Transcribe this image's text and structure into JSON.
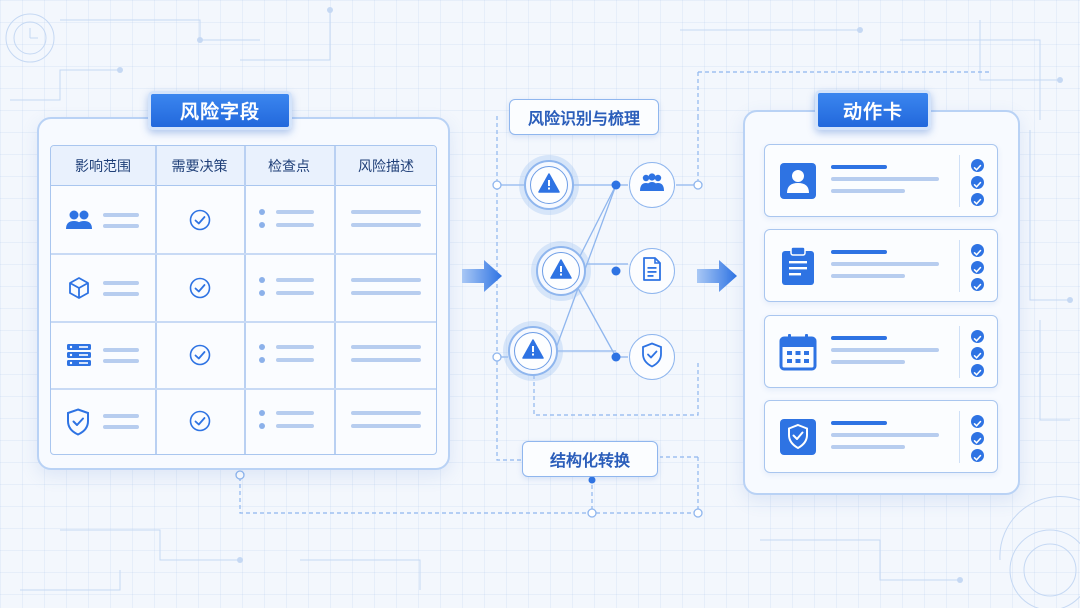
{
  "colors": {
    "accent": "#2e73e3",
    "line": "#8fb6ee",
    "text": "#1f3f78"
  },
  "left_panel": {
    "title": "风险字段",
    "columns": [
      "影响范围",
      "需要决策",
      "检查点",
      "风险描述"
    ],
    "rows": [
      {
        "icon": "users-icon"
      },
      {
        "icon": "cube-icon"
      },
      {
        "icon": "server-icon"
      },
      {
        "icon": "shield-check-icon"
      }
    ]
  },
  "middle": {
    "title": "风险识别与梳理",
    "transform_label": "结构化转换",
    "alert_nodes": [
      "warning-icon",
      "warning-icon",
      "warning-icon"
    ],
    "output_nodes": [
      "users-icon",
      "document-icon",
      "shield-check-icon"
    ]
  },
  "right_panel": {
    "title": "动作卡",
    "cards": [
      {
        "icon": "user-icon"
      },
      {
        "icon": "clipboard-icon"
      },
      {
        "icon": "calendar-icon"
      },
      {
        "icon": "shield-check-icon"
      }
    ]
  }
}
